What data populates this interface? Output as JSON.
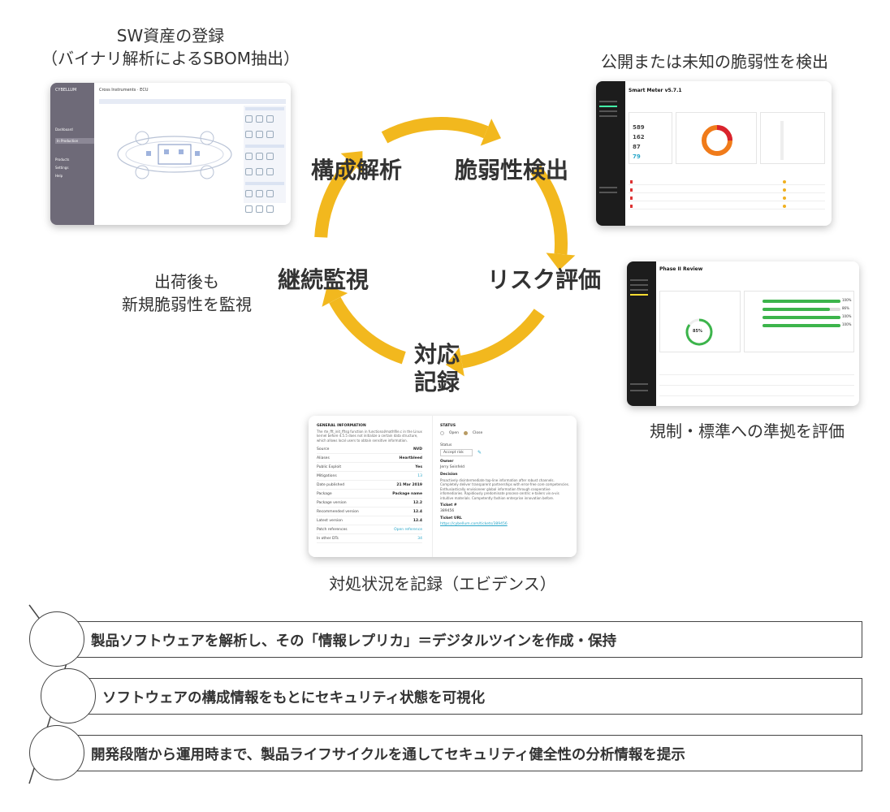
{
  "captions": {
    "sbom_line1": "SW資産の登録",
    "sbom_line2": "（バイナリ解析によるSBOM抽出）",
    "vuln": "公開または未知の脆弱性を検出",
    "postship_line1": "出荷後も",
    "postship_line2": "新規脆弱性を監視",
    "compliance": "規制・標準への準拠を評価",
    "evidence": "対処状況を記録（エビデンス）"
  },
  "cycle": {
    "stage1": "構成解析",
    "stage2": "脆弱性検出",
    "stage3": "リスク評価",
    "stage4_line1": "対応",
    "stage4_line2": "記録",
    "stage5": "継続監視",
    "arrow_color": "#f2b81e"
  },
  "shot_sbom": {
    "logo": "CYBELLUM",
    "title": "Cross Instruments · ECU",
    "nav": [
      "Dashboard",
      "In Production",
      "Products",
      "Settings",
      "Help"
    ]
  },
  "shot_vuln": {
    "title": "Smart Meter v5.7.1",
    "stats": [
      "589",
      "162",
      "87",
      "79"
    ],
    "accent": "#f07b1a"
  },
  "shot_phase": {
    "title": "Phase II Review",
    "donut_label": "85%",
    "bar_pcts": [
      "100%",
      "86%",
      "100%",
      "100%"
    ]
  },
  "shot_evidence": {
    "left_header": "GENERAL INFORMATION",
    "left_desc": "The rte_fft_init_fftsg function in functional/mathfile.c in the Linux kernel before 4.5.5 does not initialize a certain data structure, which allows local users to obtain sensitive information.",
    "rows": [
      {
        "k": "Source",
        "v": "NVD"
      },
      {
        "k": "Aliases",
        "v": "Heartbleed"
      },
      {
        "k": "Public Exploit",
        "v": "Yes"
      },
      {
        "k": "Mitigations",
        "v": "13"
      },
      {
        "k": "Date published",
        "v": "21 Mar 2019"
      },
      {
        "k": "Package",
        "v": "Package name"
      },
      {
        "k": "Package version",
        "v": "12.2"
      },
      {
        "k": "Recommended version",
        "v": "12.4"
      },
      {
        "k": "Latest version",
        "v": "12.4"
      },
      {
        "k": "Patch references",
        "v": "Open reference"
      },
      {
        "k": "In other DTs",
        "v": "34"
      }
    ],
    "status_header": "STATUS",
    "status_open": "Open",
    "status_close": "Close",
    "status_label": "Status",
    "status_value": "Accept risk",
    "owner_label": "Owner",
    "owner_value": "Jerry Seinfeld",
    "decision_label": "Decision",
    "decision_text": "Proactively disintermediate top-line information after robust channels. Completely deliver transparent partnerships with error-free core competencies. Enthusiastically envisioneer global information through cooperative infomediaries. Rapidiously predominate process-centric e-tailers vis-a-vis intuitive materials. Competently fashion enterprise innovation before.",
    "ticket_label": "Ticket #",
    "ticket_value": "389456",
    "url_label": "Ticket URL",
    "url_value": "https://cybellum.com/tickets/389456"
  },
  "bullets": [
    "製品ソフトウェアを解析し、その「情報レプリカ」＝デジタルツインを作成・保持",
    "ソフトウェアの構成情報をもとにセキュリティ状態を可視化",
    "開発段階から運用時まで、製品ライフサイクルを通してセキュリティ健全性の分析情報を提示"
  ]
}
